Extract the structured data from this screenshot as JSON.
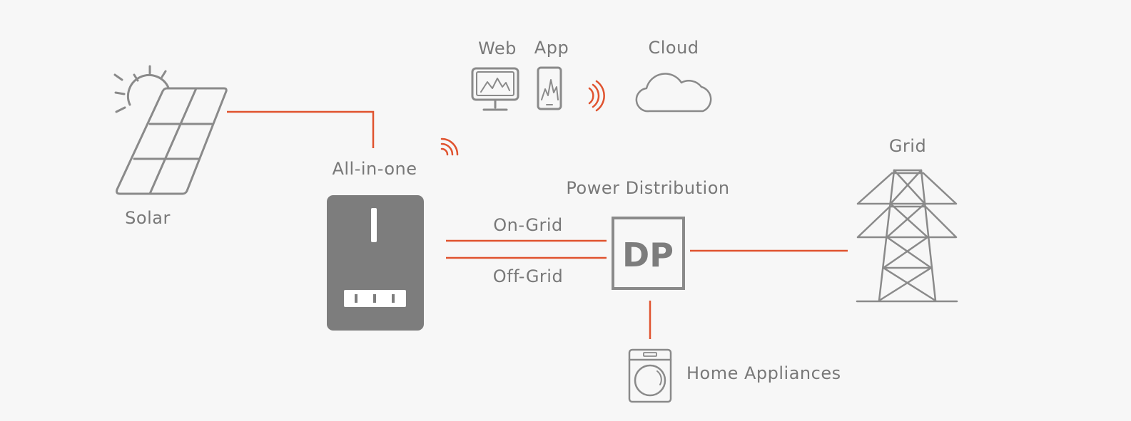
{
  "labels": {
    "solar": "Solar",
    "all_in_one": "All-in-one",
    "web": "Web",
    "app": "App",
    "cloud": "Cloud",
    "grid": "Grid",
    "power_distribution": "Power Distribution",
    "on_grid": "On-Grid",
    "off_grid": "Off-Grid",
    "dp": "DP",
    "home_appliances": "Home Appliances"
  },
  "colors": {
    "line": "#e0532f",
    "icon": "#8a8a8a",
    "text": "#787878",
    "device_fill": "#7d7d7d",
    "background": "#f7f7f7"
  }
}
